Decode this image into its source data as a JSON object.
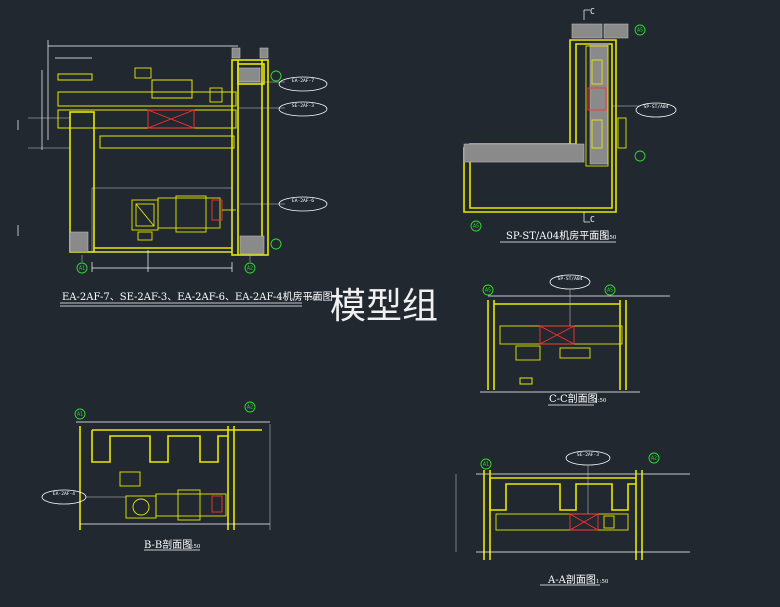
{
  "watermark": "模型组",
  "drawings": {
    "plan_main": {
      "title": "EA-2AF-7、SE-2AF-3、EA-2AF-6、EA-2AF-4机房平面图",
      "scale": "1:50",
      "tags": [
        "EA-2AF-7",
        "SE-2AF-3",
        "EA-2AF-6"
      ],
      "grid": [
        "A1",
        "A2"
      ]
    },
    "plan_sp": {
      "title": "SP-ST/A04机房平面图",
      "scale": "1:50",
      "tag": "SP-ST/A04",
      "grid": [
        "A5",
        "A5"
      ],
      "section_mark": "C"
    },
    "section_cc": {
      "title": "C-C剖面图",
      "scale": "1:50",
      "tag": "SP-ST/A04",
      "grid": [
        "A5",
        "A5"
      ]
    },
    "section_bb": {
      "title": "B-B剖面图",
      "scale": "1:50",
      "tag": "EA-2AF-4",
      "grid": [
        "A1",
        "A2"
      ]
    },
    "section_aa": {
      "title": "A-A剖面图",
      "scale": "1:50",
      "tag": "SE-2AF-3",
      "grid": [
        "A1",
        "A2"
      ]
    }
  }
}
